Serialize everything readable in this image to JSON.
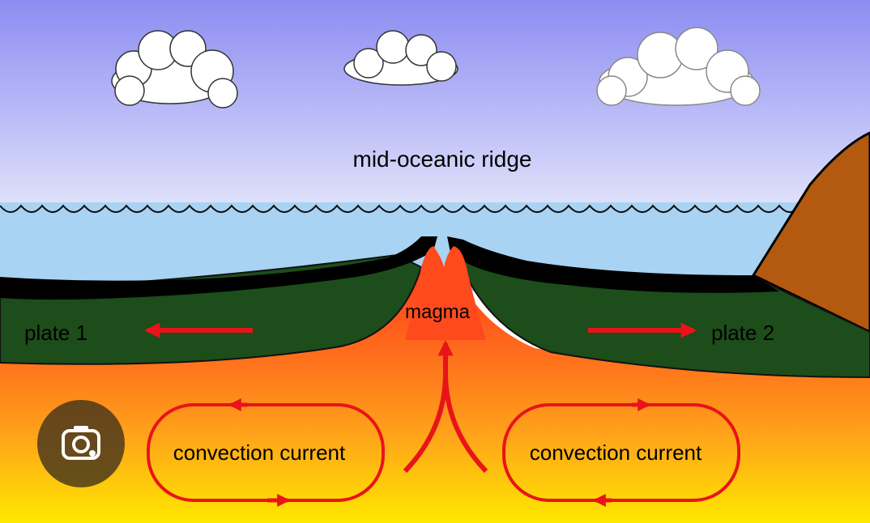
{
  "diagram": {
    "title": "mid-oceanic ridge",
    "labels": {
      "magma": "magma",
      "plate_left": "plate 1",
      "plate_right": "plate 2",
      "convection_left": "convection current",
      "convection_right": "convection current"
    }
  },
  "overlay": {
    "icon": "lens-camera-icon"
  },
  "colors": {
    "sky_top": "#8c8cf2",
    "sky_bottom": "#e0e2fb",
    "ocean": "#a9d3f3",
    "crust": "#000000",
    "plate": "#1d4d1a",
    "magma_top": "#ff4a1e",
    "mantle_mid": "#ff8c1a",
    "mantle_bottom": "#ffe600",
    "arrow_red": "#e8141a",
    "continent": "#b35a10"
  }
}
